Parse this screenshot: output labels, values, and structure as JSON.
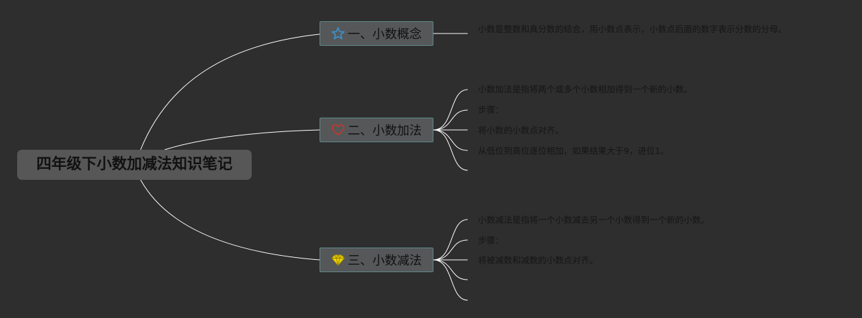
{
  "mindmap": {
    "root": {
      "label": "四年级下小数加减法知识笔记"
    },
    "branches": [
      {
        "label": "一、小数概念",
        "icon": "star-icon",
        "icon_color": "#3d8fc7",
        "details": [
          "小数是整数和真分数的结合，用小数点表示，小数点后面的数字表示分数的分母。"
        ]
      },
      {
        "label": "二、小数加法",
        "icon": "heart-icon",
        "icon_color": "#c0392b",
        "details": [
          "小数加法是指将两个或多个小数相加得到一个新的小数。",
          "步骤：",
          "将小数的小数点对齐。",
          "从低位到高位逐位相加，如果结果大于9，进位1。",
          ""
        ]
      },
      {
        "label": "三、小数减法",
        "icon": "diamond-icon",
        "icon_color": "#f1d500",
        "details": [
          "小数减法是指将一个小数减去另一个小数得到一个新的小数。",
          "步骤：",
          "将被减数和减数的小数点对齐。",
          "",
          ""
        ]
      }
    ],
    "colors": {
      "background": "#2e2e2e",
      "root_fill": "#575757",
      "branch_fill": "#555759",
      "branch_border": "#5f8b87",
      "connector": "#ffffff",
      "text": "#111111"
    }
  }
}
